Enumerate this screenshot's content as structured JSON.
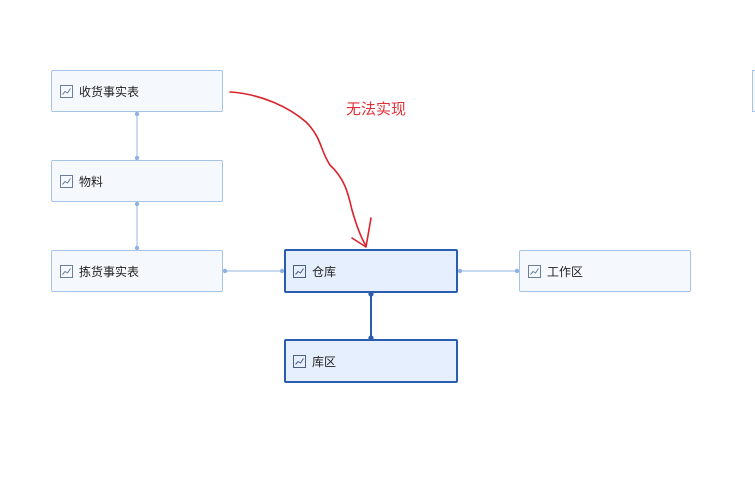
{
  "diagram": {
    "nodes": {
      "receiving": {
        "label": "收货事实表",
        "icon": "chart-line-icon"
      },
      "material": {
        "label": "物料",
        "icon": "chart-line-icon"
      },
      "picking": {
        "label": "拣货事实表",
        "icon": "chart-line-icon"
      },
      "warehouse": {
        "label": "仓库",
        "icon": "chart-line-icon",
        "selected": true
      },
      "workarea": {
        "label": "工作区",
        "icon": "chart-line-icon"
      },
      "zone": {
        "label": "库区",
        "icon": "chart-line-icon"
      }
    },
    "edges": [
      {
        "from": "receiving",
        "to": "material"
      },
      {
        "from": "material",
        "to": "picking"
      },
      {
        "from": "picking",
        "to": "warehouse"
      },
      {
        "from": "warehouse",
        "to": "workarea"
      },
      {
        "from": "warehouse",
        "to": "zone",
        "highlighted": true
      }
    ],
    "annotation": {
      "text": "无法实现",
      "color": "#e0313a"
    },
    "colors": {
      "edge": "#a6c3e8",
      "highlight": "#2a5db0",
      "ink": "#d8242c"
    }
  }
}
